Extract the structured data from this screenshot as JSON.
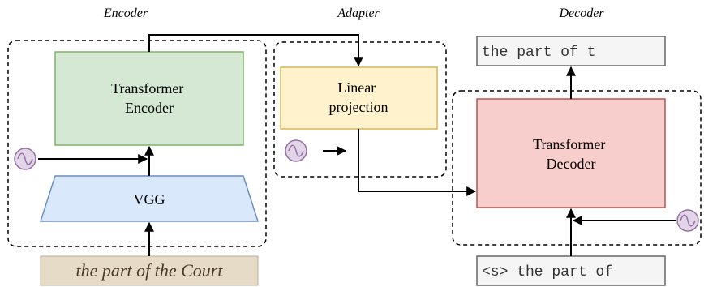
{
  "sections": {
    "encoder": "Encoder",
    "adapter": "Adapter",
    "decoder": "Decoder"
  },
  "blocks": {
    "transformer_encoder": [
      "Transformer",
      "Encoder"
    ],
    "vgg": "VGG",
    "linear_projection": [
      "Linear",
      "projection"
    ],
    "transformer_decoder": [
      "Transformer",
      "Decoder"
    ]
  },
  "input_image_text": "the part of the Court",
  "decoder_output": "the part of t",
  "decoder_input": "<s> the part of",
  "colors": {
    "encoder_fill": "#d5e8d4",
    "encoder_stroke": "#82b366",
    "vgg_fill": "#dae8fc",
    "vgg_stroke": "#6c8ebf",
    "adapter_fill": "#fff2cc",
    "adapter_stroke": "#d6b656",
    "decoder_fill": "#f8cecc",
    "decoder_stroke": "#b85450",
    "posenc_fill": "#e1d5e7",
    "posenc_stroke": "#9673a6",
    "text_box_fill": "#f5f5f5",
    "text_box_stroke": "#666666",
    "handwriting_bg": "#e6dbc6"
  },
  "icons": {
    "positional_encoding": "sine-wave-circle-icon",
    "flow": "arrow-icon"
  }
}
